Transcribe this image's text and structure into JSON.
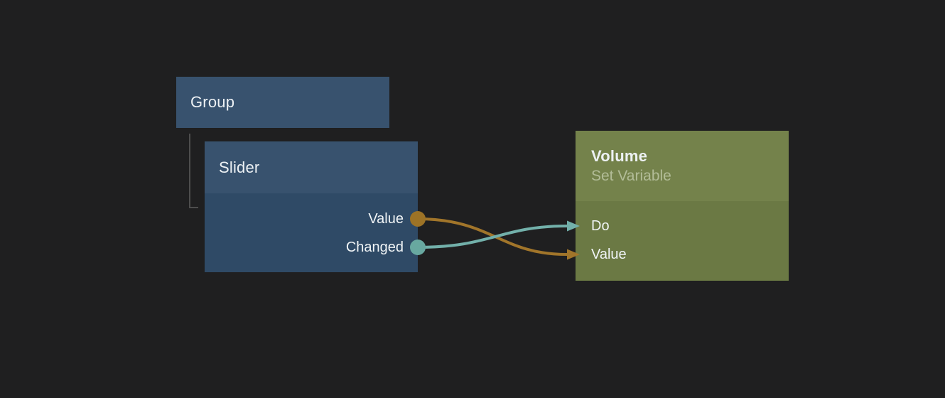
{
  "canvas": {
    "background": "#1f1f20"
  },
  "nodes": {
    "group": {
      "title": "Group"
    },
    "slider": {
      "title": "Slider",
      "outputs": [
        {
          "label": "Value"
        },
        {
          "label": "Changed"
        }
      ]
    },
    "volume": {
      "title": "Volume",
      "subtitle": "Set Variable",
      "inputs": [
        {
          "label": "Do"
        },
        {
          "label": "Value"
        }
      ]
    }
  },
  "connections": [
    {
      "from": "Slider.Value",
      "to": "Volume.Value",
      "color": "#a1752a"
    },
    {
      "from": "Slider.Changed",
      "to": "Volume.Do",
      "color": "#72b0aa"
    }
  ],
  "colors": {
    "node_blue_header": "#38526e",
    "node_blue_body": "#2f4a66",
    "node_green_header": "#74824b",
    "node_green_body": "#6b7944",
    "wire_orange": "#a1752a",
    "wire_teal": "#72b0aa",
    "port_dot_orange": "#9d7326",
    "port_dot_teal": "#68a8a0",
    "hierarchy_line": "#4d4d4d"
  }
}
